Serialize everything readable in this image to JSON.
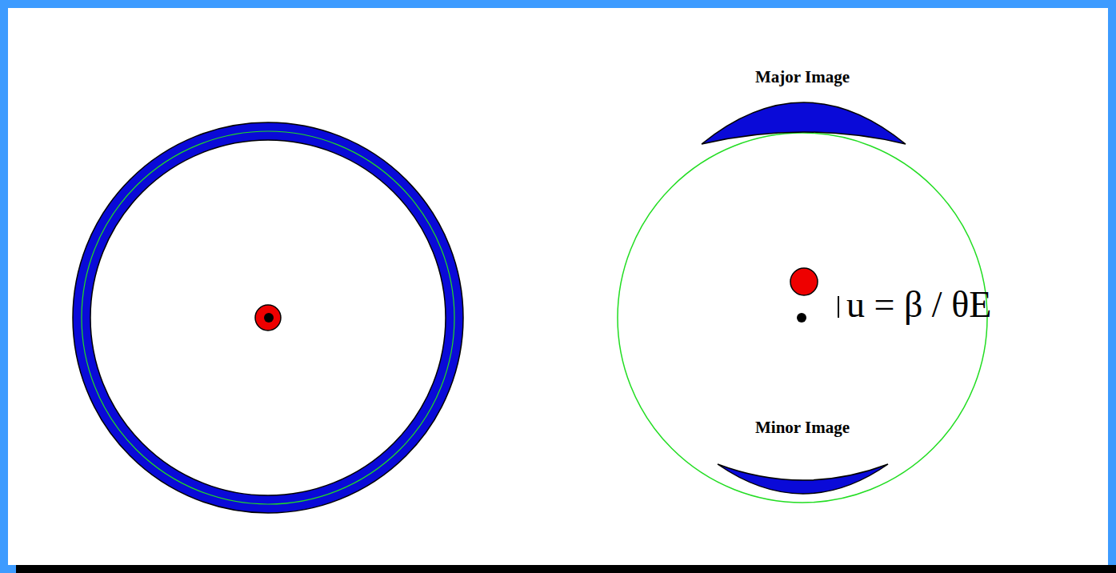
{
  "diagram": {
    "labels": [
      "Major Image",
      "u = β / θE",
      "Minor Image"
    ]
  }
}
